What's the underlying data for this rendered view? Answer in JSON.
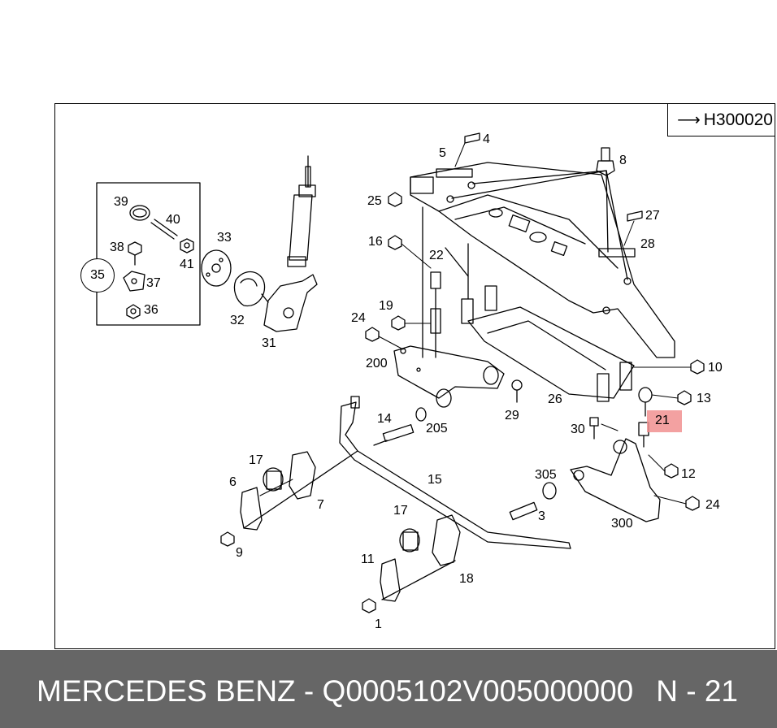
{
  "reference_code": "H300020",
  "footer": {
    "title": "MERCEDES BENZ - Q0005102V005000000",
    "page": "N - 21"
  },
  "highlight_color": "#f19090",
  "callouts": {
    "p1": "1",
    "p3": "3",
    "p4": "4",
    "p5": "5",
    "p6": "6",
    "p7": "7",
    "p8": "8",
    "p9": "9",
    "p10": "10",
    "p11": "11",
    "p12": "12",
    "p13": "13",
    "p14": "14",
    "p15": "15",
    "p16": "16",
    "p17a": "17",
    "p17b": "17",
    "p18": "18",
    "p19": "19",
    "p21": "21",
    "p22": "22",
    "p24a": "24",
    "p24b": "24",
    "p25": "25",
    "p26": "26",
    "p27": "27",
    "p28": "28",
    "p29": "29",
    "p30": "30",
    "p31": "31",
    "p32": "32",
    "p33": "33",
    "p35": "35",
    "p36": "36",
    "p37": "37",
    "p38": "38",
    "p39": "39",
    "p40": "40",
    "p41": "41",
    "p200": "200",
    "p205": "205",
    "p300": "300",
    "p305": "305"
  },
  "icons": {
    "ref_arrow": "arrow-right-icon"
  }
}
